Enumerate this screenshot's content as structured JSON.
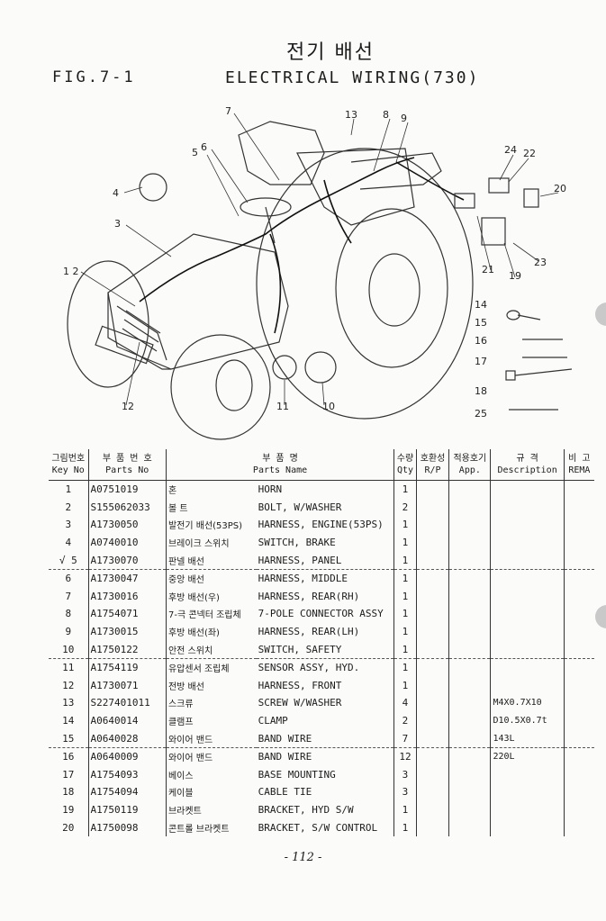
{
  "header": {
    "title_ko": "전기 배선",
    "fig_label": "FIG.7-1",
    "title_en": "ELECTRICAL WIRING(730)"
  },
  "diagram": {
    "callouts": [
      "1",
      "2",
      "3",
      "4",
      "5",
      "6",
      "7",
      "8",
      "9",
      "10",
      "11",
      "12",
      "13",
      "14",
      "15",
      "16",
      "17",
      "18",
      "19",
      "20",
      "21",
      "22",
      "23",
      "24",
      "25"
    ],
    "part_label": "1 2"
  },
  "table": {
    "headers": {
      "key_ko": "그림번호",
      "key_en": "Key No",
      "pn_ko": "부 품 번 호",
      "pn_en": "Parts No",
      "name_ko": "부 품 명",
      "name_en": "Parts Name",
      "qty_ko": "수량",
      "qty_en": "Qty",
      "rp_ko": "호환성",
      "rp_en": "R/P",
      "app_ko": "적용호기",
      "app_en": "App.",
      "desc_ko": "규 격",
      "desc_en": "Description",
      "rem_ko": "비 고",
      "rem_en": "REMA"
    },
    "rows": [
      {
        "key": "1",
        "pn": "A0751019",
        "ko": "혼",
        "en": "HORN",
        "qty": "1",
        "desc": ""
      },
      {
        "key": "2",
        "pn": "S155062033",
        "ko": "볼 트",
        "en": "BOLT, W/WASHER",
        "qty": "2",
        "desc": ""
      },
      {
        "key": "3",
        "pn": "A1730050",
        "ko": "발전기 배선(53PS)",
        "en": "HARNESS, ENGINE(53PS)",
        "qty": "1",
        "desc": ""
      },
      {
        "key": "4",
        "pn": "A0740010",
        "ko": "브레이크 스위치",
        "en": "SWITCH, BRAKE",
        "qty": "1",
        "desc": ""
      },
      {
        "key": "√ 5",
        "pn": "A1730070",
        "ko": "판넬 배선",
        "en": "HARNESS, PANEL",
        "qty": "1",
        "desc": ""
      },
      {
        "key": "6",
        "pn": "A1730047",
        "ko": "중앙 배선",
        "en": "HARNESS, MIDDLE",
        "qty": "1",
        "desc": ""
      },
      {
        "key": "7",
        "pn": "A1730016",
        "ko": "후방 배선(우)",
        "en": "HARNESS, REAR(RH)",
        "qty": "1",
        "desc": ""
      },
      {
        "key": "8",
        "pn": "A1754071",
        "ko": "7-극 콘넥터 조립체",
        "en": "7-POLE CONNECTOR ASSY",
        "qty": "1",
        "desc": ""
      },
      {
        "key": "9",
        "pn": "A1730015",
        "ko": "후방 배선(좌)",
        "en": "HARNESS, REAR(LH)",
        "qty": "1",
        "desc": ""
      },
      {
        "key": "10",
        "pn": "A1750122",
        "ko": "안전 스위치",
        "en": "SWITCH, SAFETY",
        "qty": "1",
        "desc": ""
      },
      {
        "key": "11",
        "pn": "A1754119",
        "ko": "유압센서 조립체",
        "en": "SENSOR ASSY, HYD.",
        "qty": "1",
        "desc": ""
      },
      {
        "key": "12",
        "pn": "A1730071",
        "ko": "전방 배선",
        "en": "HARNESS, FRONT",
        "qty": "1",
        "desc": ""
      },
      {
        "key": "13",
        "pn": "S227401011",
        "ko": "스크류",
        "en": "SCREW W/WASHER",
        "qty": "4",
        "desc": "M4X0.7X10"
      },
      {
        "key": "14",
        "pn": "A0640014",
        "ko": "클램프",
        "en": "CLAMP",
        "qty": "2",
        "desc": "D10.5X0.7t"
      },
      {
        "key": "15",
        "pn": "A0640028",
        "ko": "와이어 밴드",
        "en": "BAND WIRE",
        "qty": "7",
        "desc": "143L"
      },
      {
        "key": "16",
        "pn": "A0640009",
        "ko": "와이어 밴드",
        "en": "BAND WIRE",
        "qty": "12",
        "desc": "220L"
      },
      {
        "key": "17",
        "pn": "A1754093",
        "ko": "베이스",
        "en": "BASE MOUNTING",
        "qty": "3",
        "desc": ""
      },
      {
        "key": "18",
        "pn": "A1754094",
        "ko": "케이블",
        "en": "CABLE TIE",
        "qty": "3",
        "desc": ""
      },
      {
        "key": "19",
        "pn": "A1750119",
        "ko": "브라켓트",
        "en": "BRACKET, HYD S/W",
        "qty": "1",
        "desc": ""
      },
      {
        "key": "20",
        "pn": "A1750098",
        "ko": "콘트롤 브라켓트",
        "en": "BRACKET, S/W CONTROL",
        "qty": "1",
        "desc": ""
      }
    ]
  },
  "footer": {
    "page": "- 112 -"
  }
}
